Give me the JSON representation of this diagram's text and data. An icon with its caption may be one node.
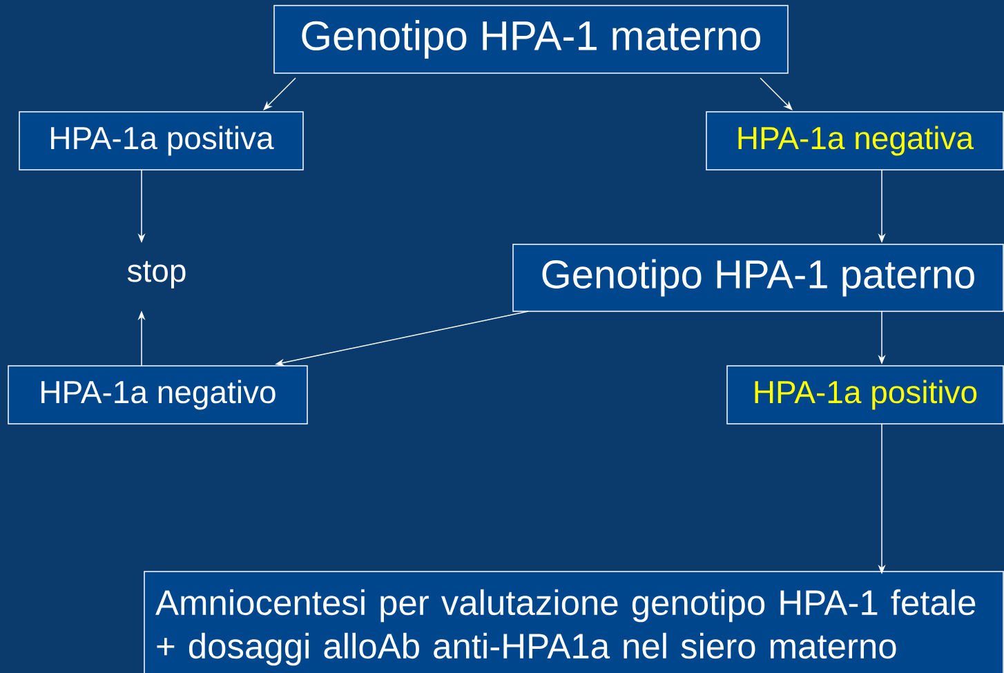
{
  "diagram": {
    "nodes": [
      {
        "text": [
          "Genotipo HPA-1 materno"
        ]
      },
      {
        "text": [
          "HPA-1a positiva"
        ]
      },
      {
        "text": [
          "HPA-1a negativa"
        ]
      },
      {
        "text": [
          "stop"
        ]
      },
      {
        "text": [
          "Genotipo HPA-1 paterno"
        ]
      },
      {
        "text": [
          "HPA-1a negativo"
        ]
      },
      {
        "text": [
          "HPA-1a positivo"
        ]
      },
      {
        "text": [
          "Amniocentesi per valutazione genotipo HPA-1 fetale + dosaggi alloAb anti-HPA1a nel siero materno"
        ]
      }
    ],
    "edges": [
      {
        "from": 0,
        "to": 1,
        "arrow": "to"
      },
      {
        "from": 0,
        "to": 2,
        "arrow": "to"
      },
      {
        "from": 1,
        "to": 3,
        "arrow": "to"
      },
      {
        "from": 2,
        "to": 4,
        "arrow": "to"
      },
      {
        "from": 4,
        "to": 5,
        "arrow": "to"
      },
      {
        "from": 5,
        "to": 3,
        "arrow": "to"
      },
      {
        "from": 4,
        "to": 6,
        "arrow": "to"
      },
      {
        "from": 6,
        "to": 7,
        "arrow": "to"
      }
    ]
  }
}
